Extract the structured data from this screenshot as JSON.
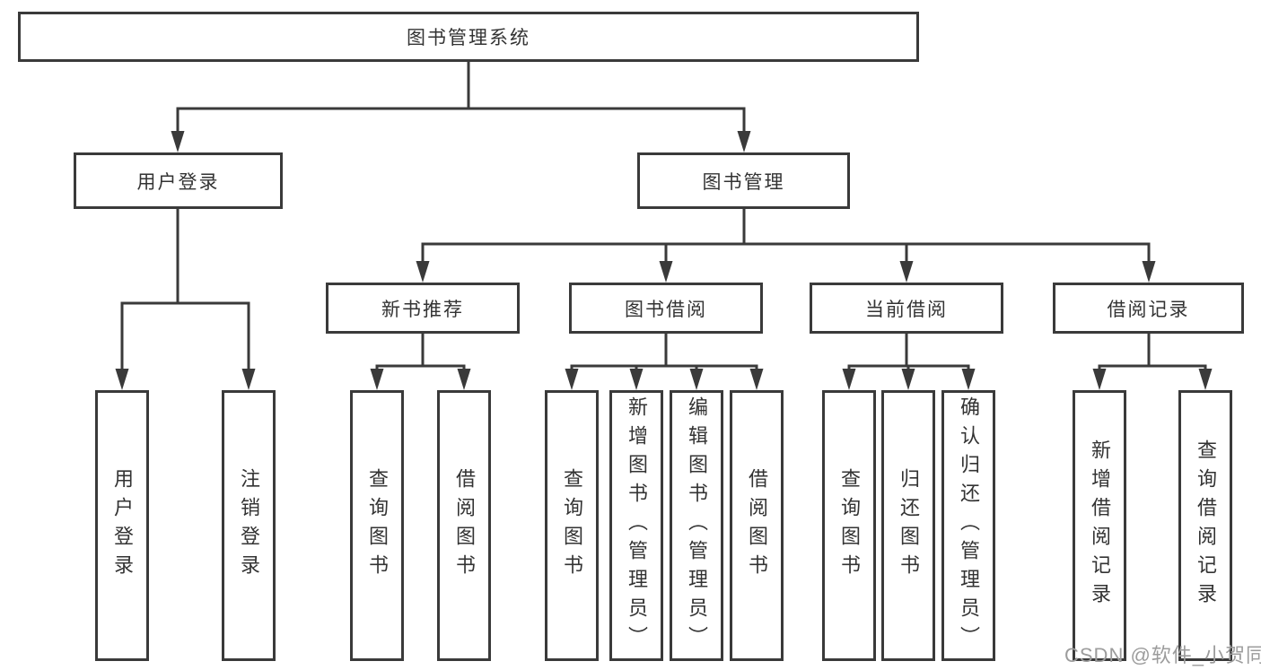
{
  "diagram": {
    "root": {
      "label": "图书管理系统",
      "children": [
        {
          "label": "用户登录",
          "children": [
            {
              "label": "用户登录"
            },
            {
              "label": "注销登录"
            }
          ]
        },
        {
          "label": "图书管理",
          "children": [
            {
              "label": "新书推荐",
              "children": [
                {
                  "label": "查询图书"
                },
                {
                  "label": "借阅图书"
                }
              ]
            },
            {
              "label": "图书借阅",
              "children": [
                {
                  "label": "查询图书"
                },
                {
                  "label": "新增图书（管理员）"
                },
                {
                  "label": "编辑图书（管理员）"
                },
                {
                  "label": "借阅图书"
                }
              ]
            },
            {
              "label": "当前借阅",
              "children": [
                {
                  "label": "查询图书"
                },
                {
                  "label": "归还图书"
                },
                {
                  "label": "确认归还（管理员）"
                }
              ]
            },
            {
              "label": "借阅记录",
              "children": [
                {
                  "label": "新增借阅记录"
                },
                {
                  "label": "查询借阅记录"
                }
              ]
            }
          ]
        }
      ]
    }
  },
  "watermark": {
    "text": "CSDN @软件_小贺同学",
    "color": "#9c9c9c"
  },
  "colors": {
    "background": "#ffffff",
    "line": "#3a3a3a",
    "box_border": "#3a3a3a",
    "text": "#333333"
  }
}
